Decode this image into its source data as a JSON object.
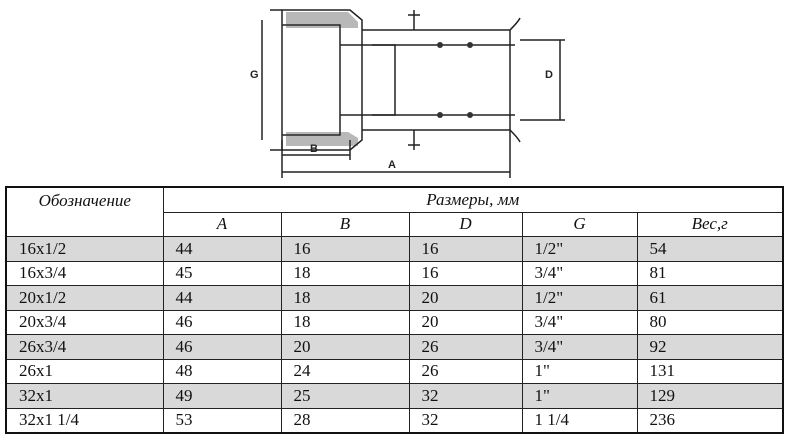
{
  "drawing": {
    "labels": {
      "g": "G",
      "b": "B",
      "a": "A",
      "d": "D"
    }
  },
  "table": {
    "col_designation": "Обозначение",
    "col_group": "Размеры, мм",
    "columns": [
      "A",
      "B",
      "D",
      "G",
      "Вес,г"
    ],
    "rows": [
      [
        "16x1/2",
        "44",
        "16",
        "16",
        "1/2\"",
        "54"
      ],
      [
        "16x3/4",
        "45",
        "18",
        "16",
        "3/4\"",
        "81"
      ],
      [
        "20x1/2",
        "44",
        "18",
        "20",
        "1/2\"",
        "61"
      ],
      [
        "20x3/4",
        "46",
        "18",
        "20",
        "3/4\"",
        "80"
      ],
      [
        "26x3/4",
        "46",
        "20",
        "26",
        "3/4\"",
        "92"
      ],
      [
        "26x1",
        "48",
        "24",
        "26",
        "1\"",
        "131"
      ],
      [
        "32x1",
        "49",
        "25",
        "32",
        "1\"",
        "129"
      ],
      [
        "32x1 1/4",
        "53",
        "28",
        "32",
        "1 1/4",
        "236"
      ]
    ]
  }
}
